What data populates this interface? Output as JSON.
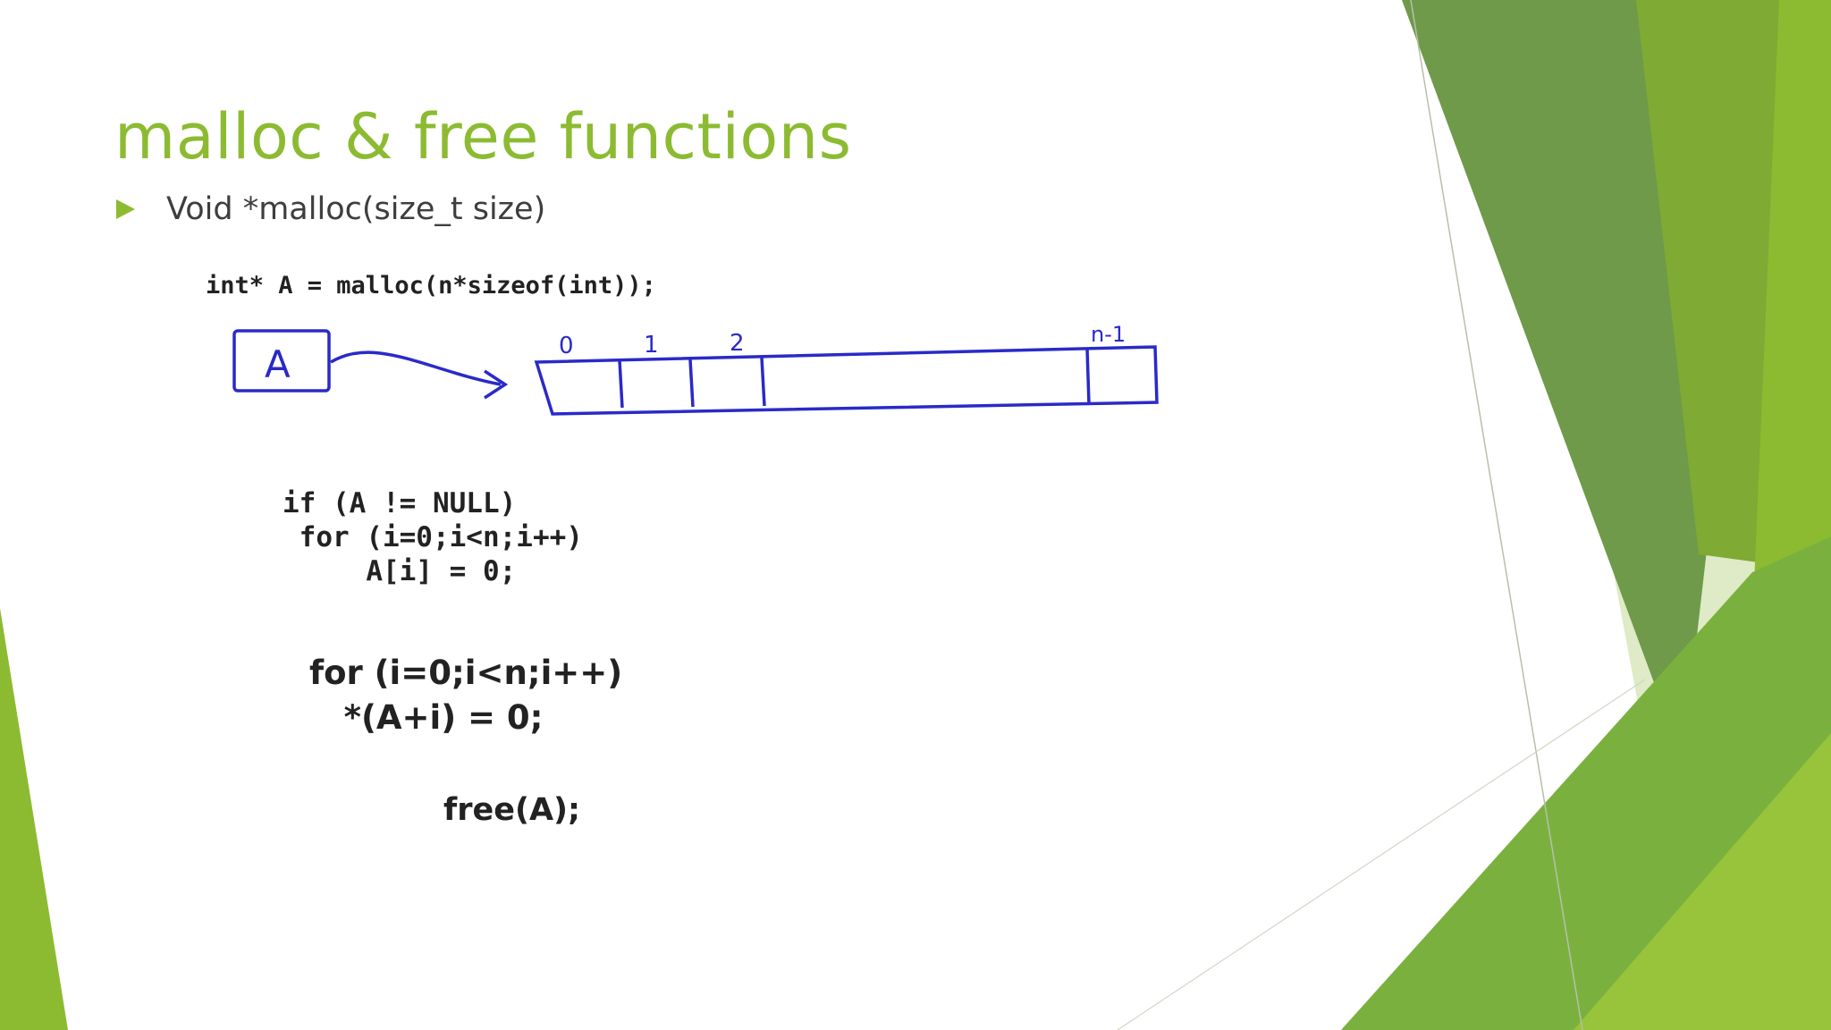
{
  "slide": {
    "title": "malloc & free functions",
    "bullet": "Void *malloc(size_t size)",
    "theme_colors": {
      "accent": "#8cbb32",
      "dark_green": "#6e9a4a",
      "light_green": "#dfeac6",
      "ink_blue": "#2a2ac8"
    }
  },
  "figure": {
    "declaration": "int* A = malloc(n*sizeof(int));",
    "pointer_label": "A",
    "index_labels": [
      "0",
      "1",
      "2",
      "n-1"
    ],
    "loop_if": [
      "if (A != NULL)",
      " for (i=0;i<n;i++)",
      "     A[i] = 0;"
    ],
    "loop_ptr": [
      "for (i=0;i<n;i++)",
      "   *(A+i) = 0;"
    ],
    "free_call": "free(A);"
  }
}
